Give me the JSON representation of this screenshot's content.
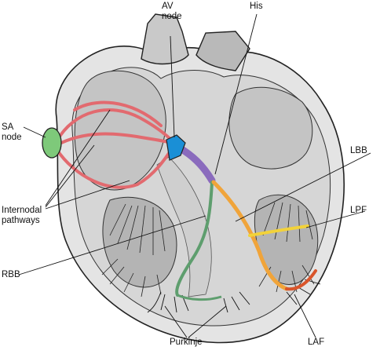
{
  "labels": {
    "av": [
      "AV",
      "node"
    ],
    "his": "His",
    "sa": [
      "SA",
      "node"
    ],
    "lbb": "LBB",
    "internodal": [
      "Internodal",
      "pathways"
    ],
    "lpf": "LPF",
    "rbb": "RBB",
    "purkinje": "Purkinje",
    "laf": "LAF"
  },
  "colors": {
    "sa_node": "#7ec97a",
    "av_node": "#1a8fd6",
    "internodal": "#e26a6f",
    "his": "#8a6bbd",
    "rbb": "#5e9e6e",
    "lbb": "#f0a43a",
    "laf": "#d9552b",
    "lpf": "#f2d23a",
    "tissue_light": "#d9d9d9",
    "tissue_mid": "#bfbfbf",
    "tissue_dark": "#a9a9a9"
  }
}
